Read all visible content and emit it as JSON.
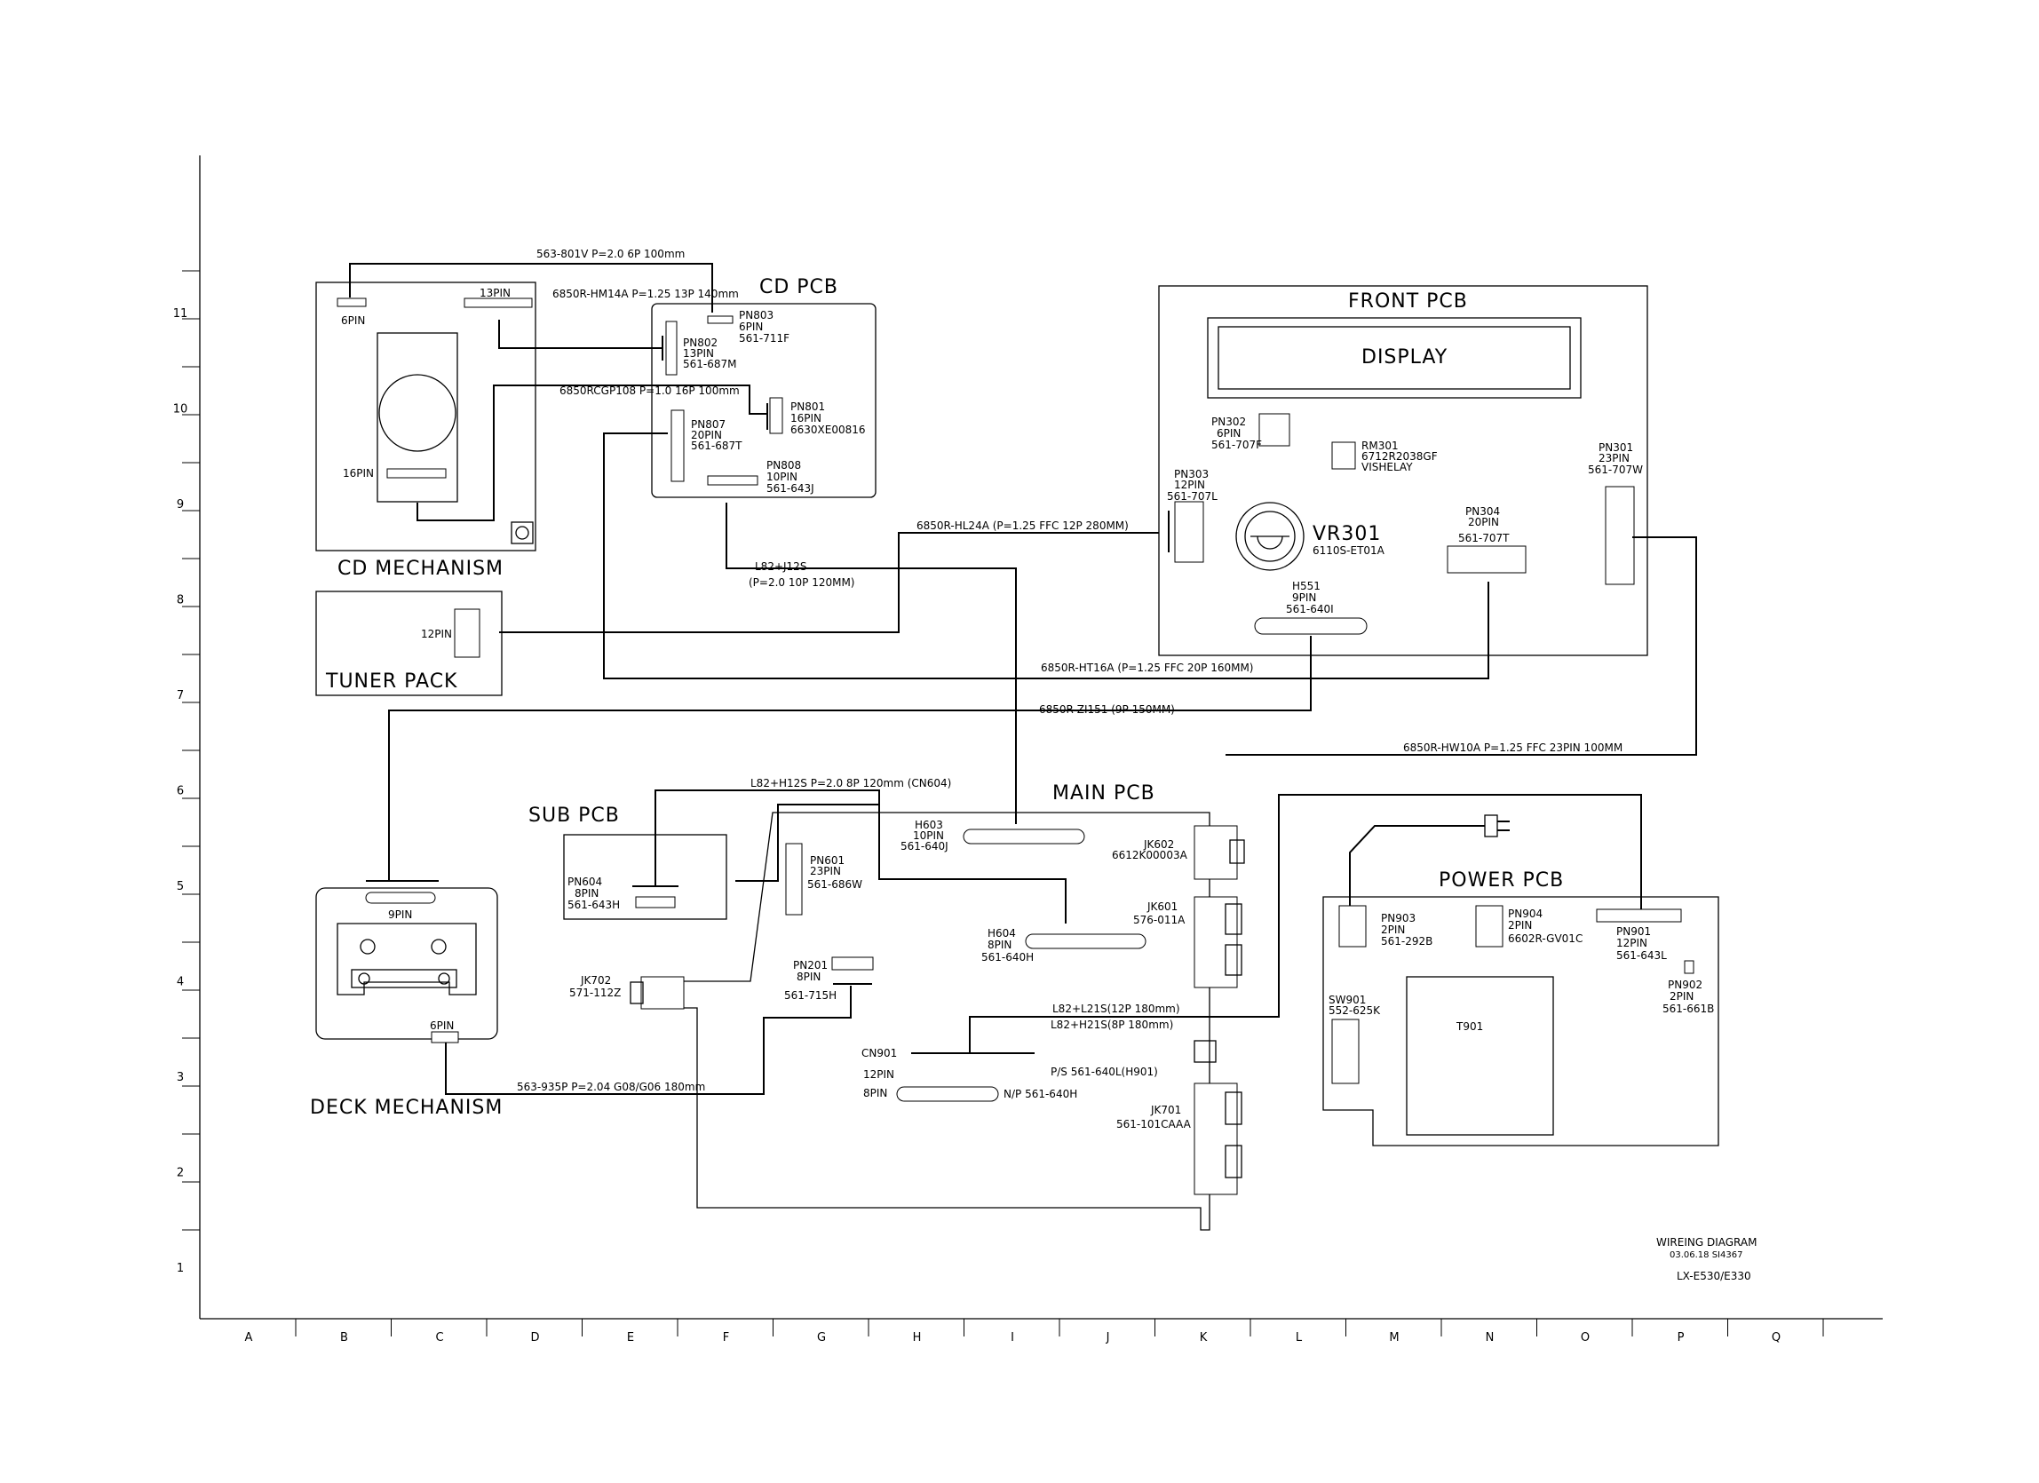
{
  "grid": {
    "columns": [
      "A",
      "B",
      "C",
      "D",
      "E",
      "F",
      "G",
      "H",
      "I",
      "J",
      "K",
      "L",
      "M",
      "N",
      "O",
      "P",
      "Q"
    ],
    "rows": [
      "11",
      "10",
      "9",
      "8",
      "7",
      "6",
      "5",
      "4",
      "3",
      "2",
      "1"
    ]
  },
  "boards": {
    "cd_mechanism": "CD MECHANISM",
    "cd_pcb": "CD PCB",
    "front_pcb": "FRONT PCB",
    "display": "DISPLAY",
    "tuner_pack": "TUNER PACK",
    "sub_pcb": "SUB PCB",
    "main_pcb": "MAIN PCB",
    "power_pcb": "POWER PCB",
    "deck_mechanism": "DECK MECHANISM"
  },
  "cd_mech": {
    "pin6": "6PIN",
    "pin13": "13PIN",
    "pin16": "16PIN"
  },
  "connectors": {
    "pn803": [
      "PN803",
      "6PIN",
      "561-711F"
    ],
    "pn802": [
      "PN802",
      "13PIN",
      "561-687M"
    ],
    "pn801": [
      "PN801",
      "16PIN",
      "6630XE00816"
    ],
    "pn807": [
      "PN807",
      "20PIN",
      "561-687T"
    ],
    "pn808": [
      "PN808",
      "10PIN",
      "561-643J"
    ],
    "pn302": [
      "PN302",
      "6PIN",
      "561-707F"
    ],
    "rm301": [
      "RM301",
      "6712R2038GF",
      "VISHELAY"
    ],
    "pn303": [
      "PN303",
      "12PIN",
      "561-707L"
    ],
    "vr301": [
      "VR301",
      "6110S-ET01A"
    ],
    "pn304": [
      "PN304",
      "20PIN",
      "561-707T"
    ],
    "pn301": [
      "PN301",
      "23PIN",
      "561-707W"
    ],
    "h551": [
      "H551",
      "9PIN",
      "561-640I"
    ],
    "tuner12": "12PIN",
    "h603": [
      "H603",
      "10PIN",
      "561-640J"
    ],
    "jk602": [
      "JK602",
      "6612K00003A"
    ],
    "pn604": [
      "PN604",
      "8PIN",
      "561-643H"
    ],
    "pn601": [
      "PN601",
      "23PIN",
      "561-686W"
    ],
    "jk601": [
      "JK601",
      "576-011A"
    ],
    "h604": [
      "H604",
      "8PIN",
      "561-640H"
    ],
    "jk702": [
      "JK702",
      "571-112Z"
    ],
    "pn201": [
      "PN201",
      "8PIN",
      "561-715H"
    ],
    "cn901": [
      "CN901",
      "12PIN",
      "8PIN"
    ],
    "ps": "P/S  561-640L(H901)",
    "np": "N/P  561-640H",
    "jk701": [
      "JK701",
      "561-101CAAA"
    ],
    "pn903": [
      "PN903",
      "2PIN",
      "561-292B"
    ],
    "pn904": [
      "PN904",
      "2PIN",
      "6602R-GV01C"
    ],
    "pn901": [
      "PN901",
      "12PIN",
      "561-643L"
    ],
    "pn902": [
      "PN902",
      "2PIN",
      "561-661B"
    ],
    "sw901": [
      "SW901",
      "552-625K"
    ],
    "t901": "T901",
    "deck9": "9PIN",
    "deck6": "6PIN"
  },
  "cables": {
    "c1": "563-801V  P=2.0  6P  100mm",
    "c2": "6850R-HM14A  P=1.25  13P  140mm",
    "c3": "6850RCGP108  P=1.0  16P  100mm",
    "c4": "6850R-HL24A  (P=1.25  FFC  12P  280MM)",
    "c5a": "L82+J12S",
    "c5b": "(P=2.0  10P  120MM)",
    "c6": "6850R-HT16A  (P=1.25  FFC  20P  160MM)",
    "c7": "6850R-ZI151  (9P  150MM)",
    "c8": "6850R-HW10A  P=1.25  FFC  23PIN  100MM",
    "c9": "L82+H12S  P=2.0  8P  120mm  (CN604)",
    "c10a": "L82+L21S(12P  180mm)",
    "c10b": "L82+H21S(8P  180mm)",
    "c11": "563-935P  P=2.04  G08/G06  180mm"
  },
  "title_block": {
    "line1": "WIREING  DIAGRAM",
    "line2": "03.06.18  SI4367",
    "model": "LX-E530/E330"
  }
}
